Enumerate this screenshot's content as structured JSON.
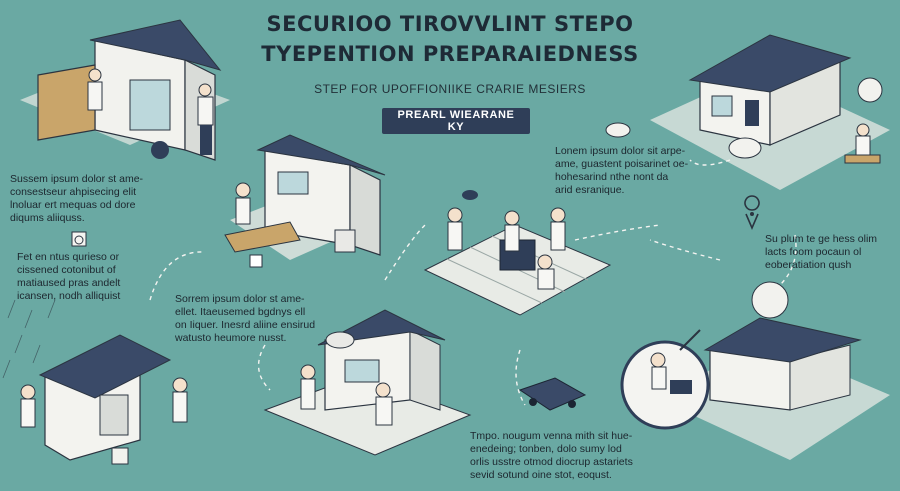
{
  "header": {
    "title_line1": "SECURIOO TIROVVLINT STEPO",
    "title_line2": "TYEPENTION PREPARAIEDNESS",
    "subtitle": "STEP FOR UPOFFIONIIKE CRARIE MESIERS"
  },
  "cta": {
    "label": "PREARL WIEARANE KY"
  },
  "notes": {
    "left_top": "Sussem ipsum dolor st ame-\nconsestseur ahpisecing elit\nlnoluar ert mequas od dore\ndiqums aliiquss.",
    "left_mid": "Fet en ntus qurieso or\ncissened cotonibut of\nmatiaused pras andelt\nicansen, nodh alliquist",
    "center": "Sorrem ipsum dolor st ame-\nellet. Itaeusemed bgdnys ell\non Iiquer. Inesrd aliine ensirud\nwatusto  heumore nusst.",
    "right_top": "Lonem ipsum dolor sit arpe-\name, guastent poisarinet oe-\nhohesarind nthe nont da\narid esranique.",
    "right_mid": "Su plum te ge hess olim\nlacts foom pocaun ol\neoberatiation qush",
    "bottom_right": "Tmpo. nougum venna mith sit hue-\nenedeing; tonben, dolo sumy lod\norlis usstre otmod diocrup astariets\nsevid sotund oine stot, eoqust."
  },
  "colors": {
    "background": "#6aa9a3",
    "accent_navy": "#2f3e58",
    "roof": "#3a4a68",
    "ground": "#e7e9e4"
  }
}
